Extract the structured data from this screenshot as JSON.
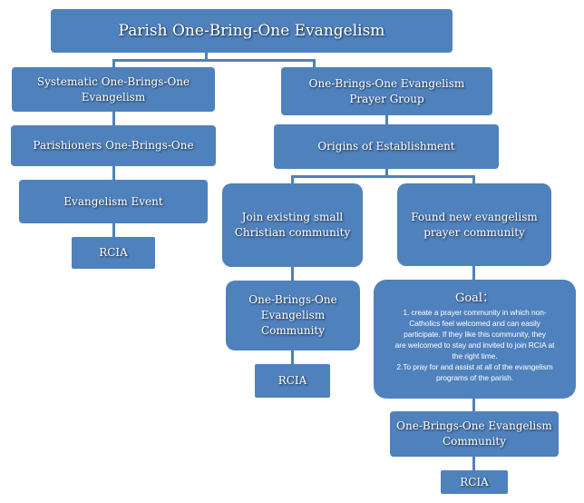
{
  "diagram": {
    "root": {
      "label": "Parish One-Bring-One Evangelism"
    },
    "left_branch": {
      "label": "Systematic One-Brings-One Evangelism",
      "children": [
        {
          "label": "Parishioners One-Brings-One"
        },
        {
          "label": "Evangelism Event"
        },
        {
          "label": "RCIA"
        }
      ]
    },
    "right_branch": {
      "label": "One-Brings-One Evangelism Prayer Group",
      "origins": {
        "label": "Origins of Establishment"
      },
      "join_path": {
        "label": "Join existing small Christian community",
        "community": {
          "label": "One-Brings-One Evangelism Community"
        },
        "rcia": {
          "label": "RCIA"
        }
      },
      "found_path": {
        "label": "Found new evangelism prayer community",
        "goal": {
          "title": "Goal：",
          "lines": [
            "1. create a prayer community in which non-",
            "Catholics feel welcomed and can easily",
            "participate.  If they like this community, they",
            "are welcomed to stay and invited to join RCIA at",
            "the right time.",
            "2.To pray for and assist at all of the evangelism",
            "programs of the parish."
          ]
        },
        "community": {
          "label": "One-Brings-One Evangelism Community"
        },
        "rcia": {
          "label": "RCIA"
        }
      }
    },
    "colors": {
      "node_fill": "#4f81bd",
      "node_text": "#ffffff",
      "connector": "#4f81bd"
    }
  }
}
